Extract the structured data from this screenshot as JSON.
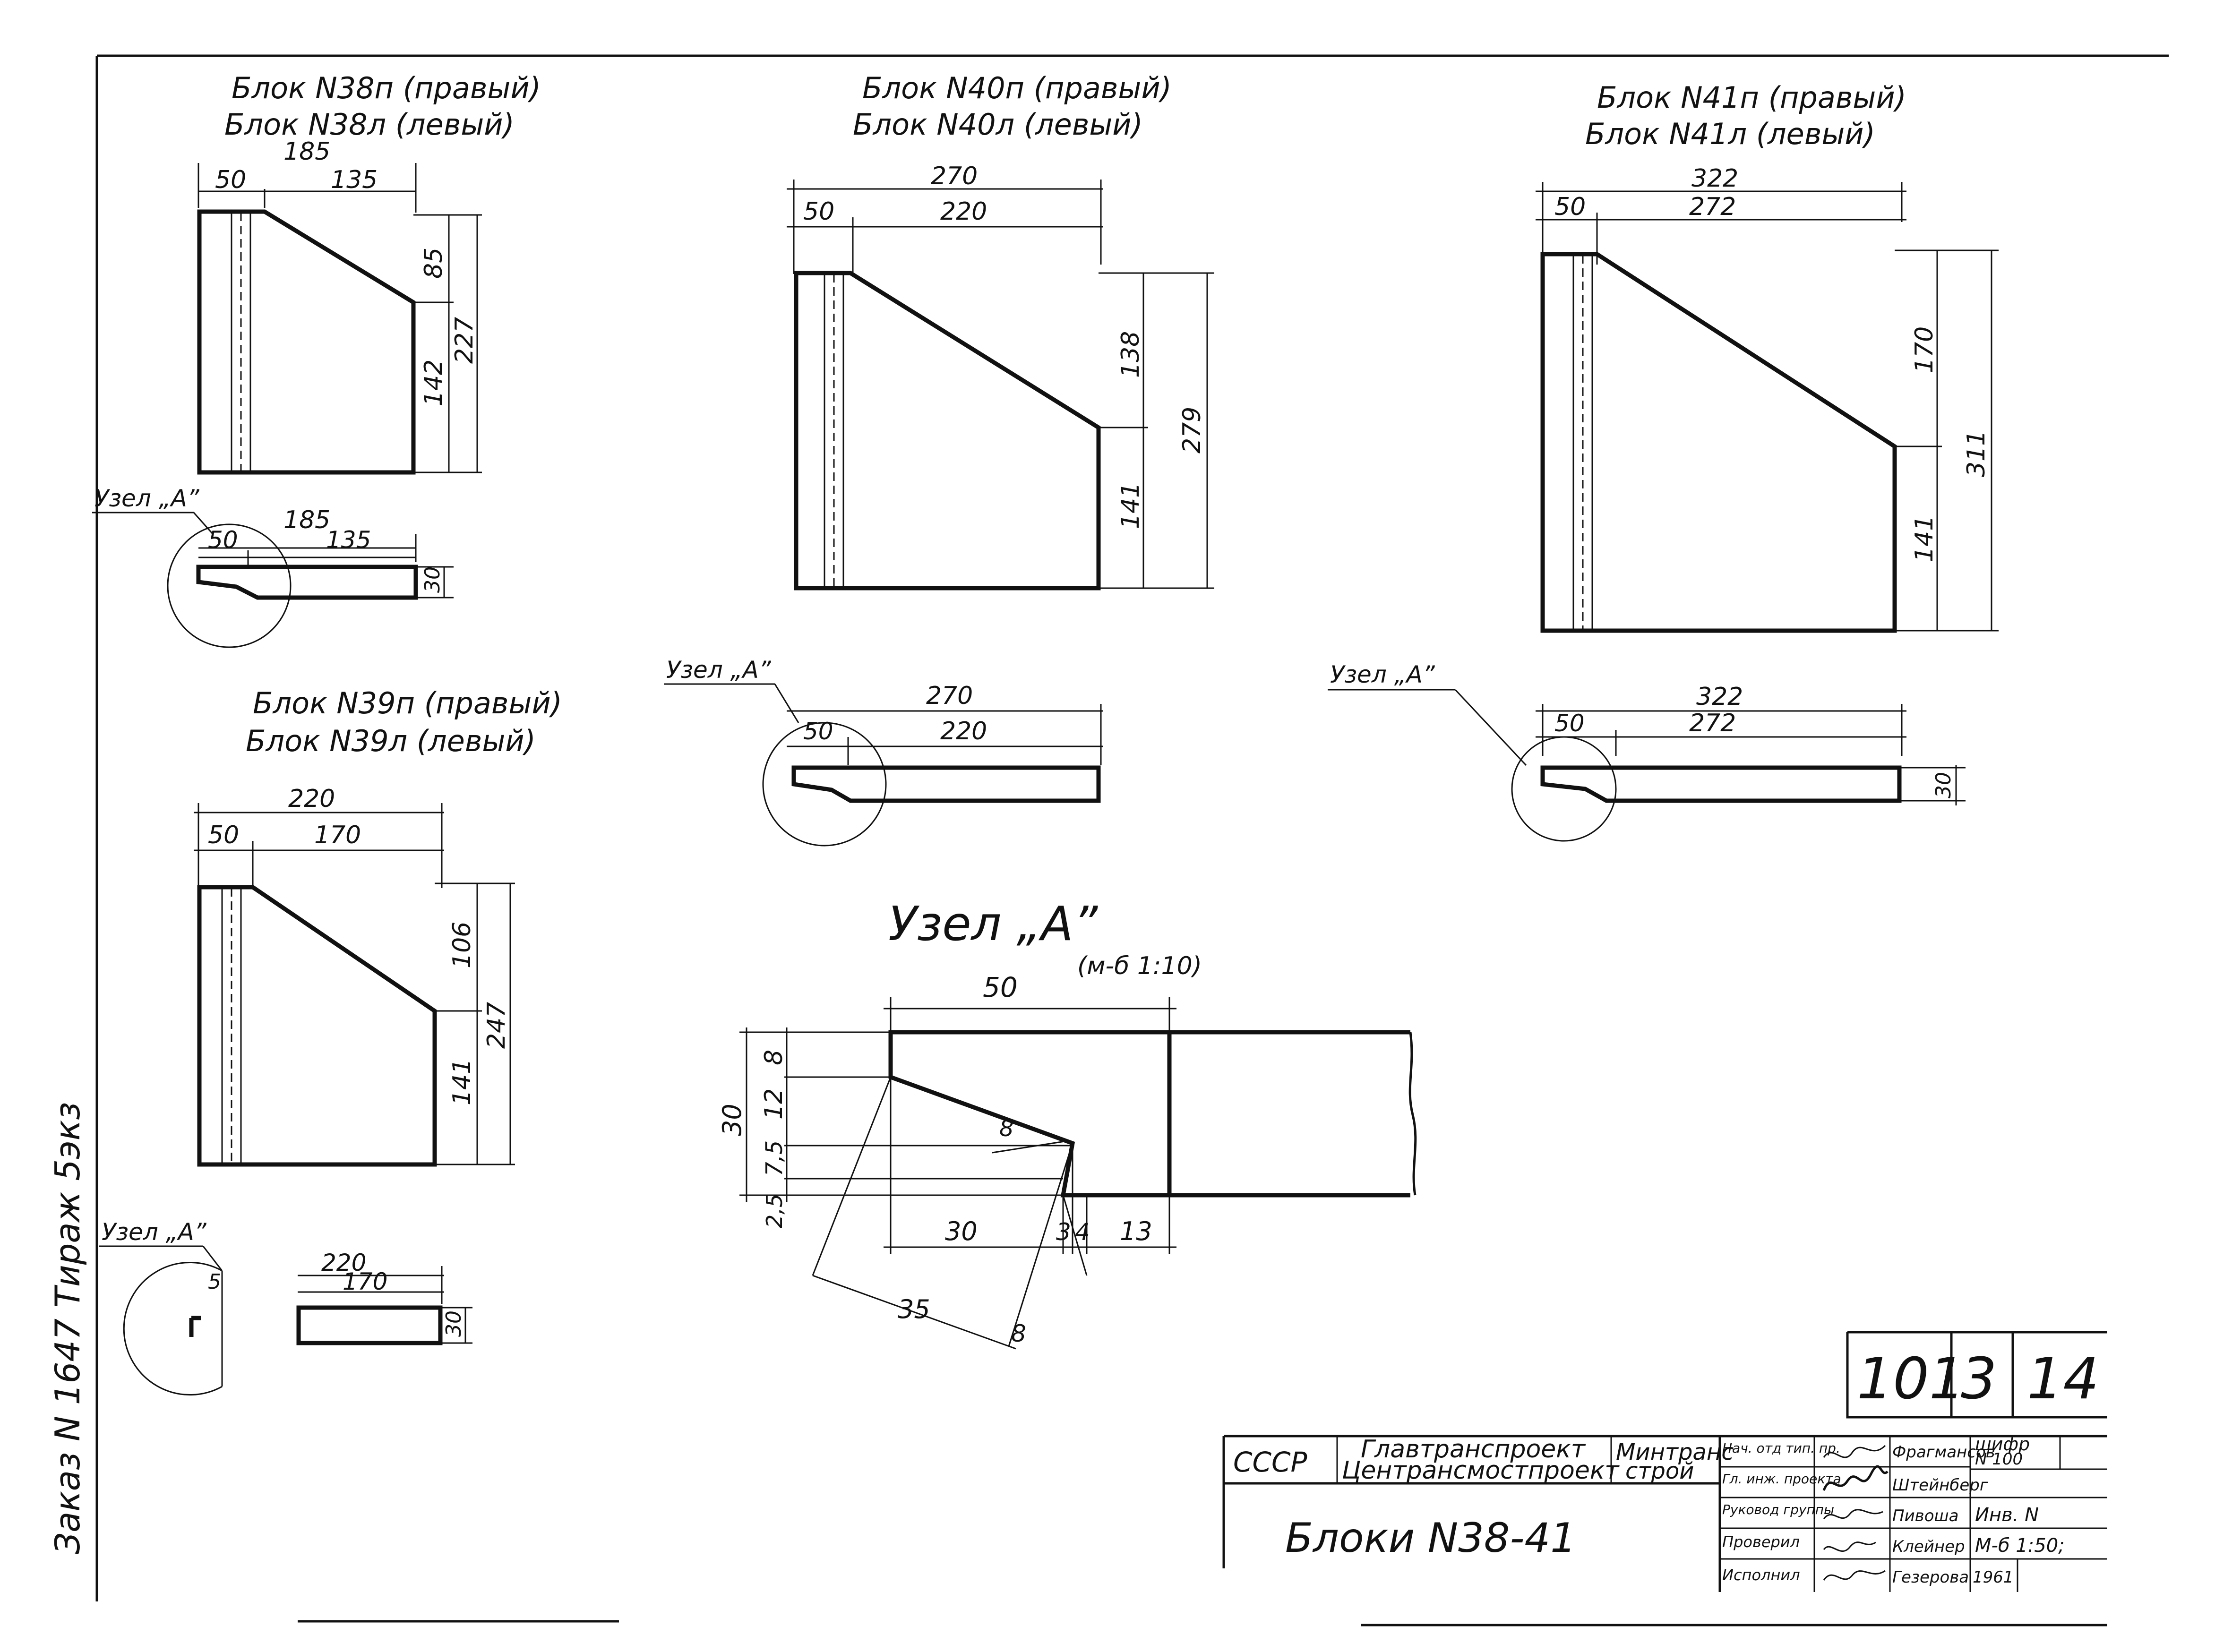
{
  "blocks": {
    "b38": {
      "title_right": "Блок N38п (правый)",
      "title_left": "Блок N38л (левый)",
      "dims": {
        "total": "185",
        "first": "50",
        "second": "135",
        "upper": "85",
        "lower": "142",
        "height": "227"
      }
    },
    "b39": {
      "title_right": "Блок N39п (правый)",
      "title_left": "Блок N39л (левый)",
      "dims": {
        "total": "220",
        "first": "50",
        "second": "170",
        "upper": "106",
        "lower": "141",
        "height": "247"
      }
    },
    "b40": {
      "title_right": "Блок N40п (правый)",
      "title_left": "Блок N40л (левый)",
      "dims": {
        "total": "270",
        "first": "50",
        "second": "220",
        "upper": "138",
        "lower": "141",
        "height": "279"
      }
    },
    "b41": {
      "title_right": "Блок N41п (правый)",
      "title_left": "Блок N41л (левый)",
      "dims": {
        "total": "322",
        "first": "50",
        "second": "272",
        "upper": "170",
        "lower": "141",
        "height": "311"
      }
    }
  },
  "sections": {
    "s38": {
      "label": "Узел „А”",
      "total": "185",
      "first": "50",
      "second": "135",
      "thick": "30"
    },
    "s39": {
      "label": "Узел „А”",
      "total": "220",
      "first": "5",
      "second": "170",
      "thick": "30"
    },
    "s40": {
      "label": "Узел „А”",
      "total": "270",
      "first": "50",
      "second": "220"
    },
    "s41": {
      "label": "Узел „А”",
      "total": "322",
      "first": "50",
      "second": "272",
      "thick": "30"
    }
  },
  "node_detail": {
    "title": "Узел „А”",
    "scale": "(м-б 1:10)",
    "dims": {
      "top": "50",
      "height": "30",
      "h1": "8",
      "h2": "12",
      "h3": "7,5",
      "h4": "2,5",
      "b1": "30",
      "b2": "3",
      "b3": "4",
      "b4": "13",
      "slope": "35",
      "bevel": "8",
      "bevel2": "8"
    }
  },
  "side_note": "Заказ N 1647  Тираж 5экз",
  "sheet_no": {
    "a": "101",
    "b": "3",
    "c": "14"
  },
  "title_block": {
    "country": "СССР",
    "org1": "Главтранспроект",
    "org2": "Центрансмостпроект",
    "org3": "Минтранс",
    "org4": "строй",
    "roles": [
      "Нач. отд тип. пр.",
      "Гл. инж. проекта",
      "Руковод группы",
      "Проверил",
      "Исполнил"
    ],
    "names": [
      "Фрагмансов",
      "Штейнберг",
      "Пивоша",
      "Клейнер",
      "Гезерова"
    ],
    "code_label": "шифр",
    "code": "N 100",
    "inv": "Инв. N",
    "scale": "М-б 1:50;",
    "year": "1961",
    "title": "Блоки N38-41"
  }
}
